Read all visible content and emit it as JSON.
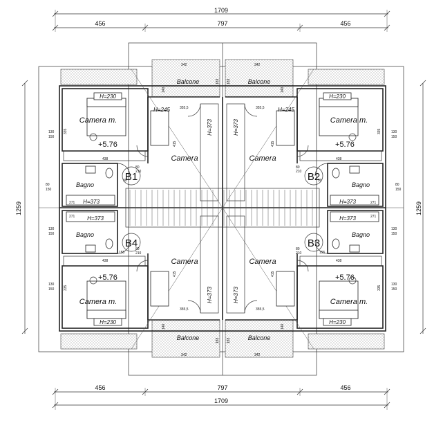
{
  "dimensions": {
    "overall_width": "1709",
    "left_segment": "456",
    "center_segment": "797",
    "right_segment": "456",
    "overall_depth": "1259"
  },
  "units": [
    {
      "id": "B1"
    },
    {
      "id": "B2"
    },
    {
      "id": "B3"
    },
    {
      "id": "B4"
    }
  ],
  "rooms": {
    "master_bedroom": "Camera m.",
    "bedroom": "Camera",
    "bathroom": "Bagno",
    "balcony": "Balcone"
  },
  "labels": {
    "elevation": "+5.76",
    "height_230": "H=230",
    "height_245": "H=245",
    "height_373": "H=373"
  },
  "small_dims": {
    "d130": "130",
    "d150": "150",
    "d80": "80",
    "d210": "210",
    "d155": "155",
    "d438": "438",
    "d271": "271",
    "d355_5": "355,5",
    "d415": "415",
    "d342": "342",
    "d183": "183",
    "d140": "140",
    "d335": "335",
    "d90": "90"
  }
}
